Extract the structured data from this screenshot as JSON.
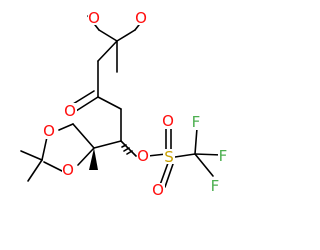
{
  "molecule": {
    "atoms": {
      "o_ome_a": "O",
      "o_ome_b": "O",
      "o_ketone": "O",
      "o_ring_1": "O",
      "o_ring_2": "O",
      "o_ester": "O",
      "o_sulfonyl_1": "O",
      "o_sulfonyl_2": "O",
      "s_sulfonyl": "S",
      "f_1": "F",
      "f_2": "F",
      "f_3": "F"
    },
    "colors": {
      "O": "#ff0d0d",
      "S": "#c8a000",
      "F": "#4caf50",
      "bond": "#000000"
    }
  }
}
